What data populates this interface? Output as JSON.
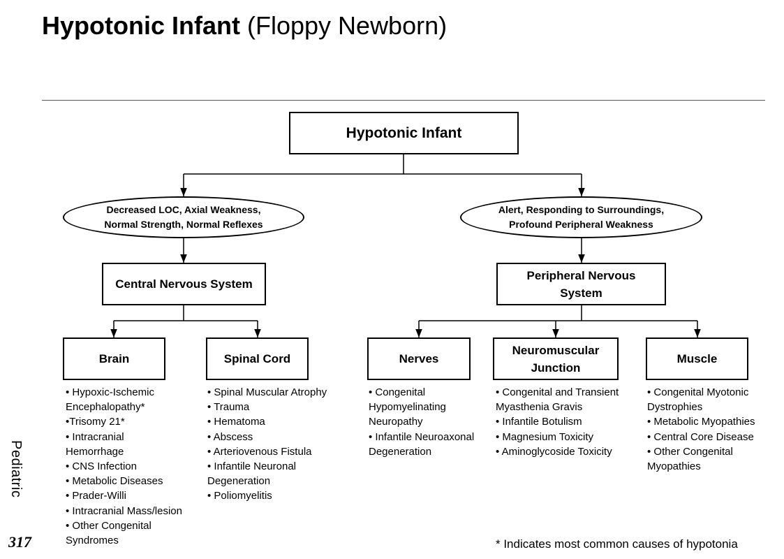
{
  "page": {
    "title_bold": "Hypotonic Infant",
    "title_light": "(Floppy Newborn)",
    "side_label": "Pediatric",
    "page_number": "317",
    "footnote": "* Indicates most common causes of hypotonia"
  },
  "diagram": {
    "root": "Hypotonic Infant",
    "left_branch": {
      "criteria": [
        "Decreased LOC, Axial Weakness,",
        "Normal Strength, Normal Reflexes"
      ],
      "category": "Central Nervous System",
      "children": [
        {
          "label": "Brain",
          "items": [
            "• Hypoxic-Ischemic",
            "Encephalopathy*",
            "•Trisomy 21*",
            "• Intracranial",
            "Hemorrhage",
            "• CNS Infection",
            "• Metabolic Diseases",
            "• Prader-Willi",
            "• Intracranial Mass/lesion",
            "• Other Congenital",
            "Syndromes"
          ]
        },
        {
          "label": "Spinal Cord",
          "items": [
            "• Spinal Muscular Atrophy",
            "• Trauma",
            "• Hematoma",
            "• Abscess",
            "• Arteriovenous Fistula",
            "• Infantile Neuronal",
            "Degeneration",
            "• Poliomyelitis"
          ]
        }
      ]
    },
    "right_branch": {
      "criteria": [
        "Alert, Responding to Surroundings,",
        "Profound Peripheral Weakness"
      ],
      "category": [
        "Peripheral Nervous",
        "System"
      ],
      "children": [
        {
          "label": "Nerves",
          "items": [
            "• Congenital",
            "Hypomyelinating",
            "Neuropathy",
            "• Infantile Neuroaxonal",
            "Degeneration"
          ]
        },
        {
          "label": [
            "Neuromuscular",
            "Junction"
          ],
          "items": [
            "• Congenital and Transient",
            "Myasthenia Gravis",
            "• Infantile Botulism",
            "• Magnesium Toxicity",
            "• Aminoglycoside Toxicity"
          ]
        },
        {
          "label": "Muscle",
          "items": [
            "• Congenital Myotonic",
            "Dystrophies",
            "• Metabolic Myopathies",
            "• Central Core Disease",
            "• Other Congenital",
            "Myopathies"
          ]
        }
      ]
    }
  }
}
